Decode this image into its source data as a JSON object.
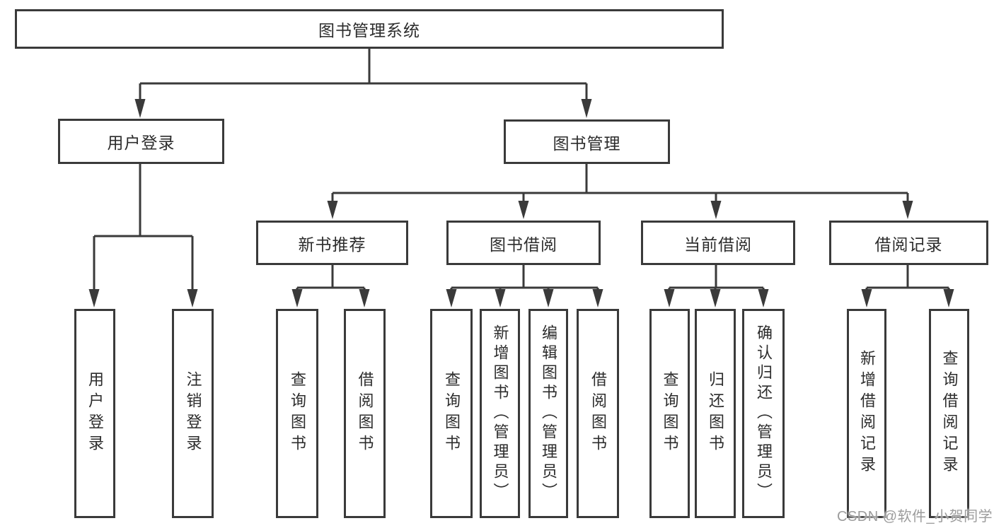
{
  "colors": {
    "line": "#3a3a3a",
    "text": "#2c2c2c",
    "background": "#ffffff",
    "watermark": "#9c9c9c"
  },
  "diagram": {
    "type": "hierarchy-tree",
    "root": {
      "label": "图书管理系统"
    },
    "level2": {
      "user_login": {
        "label": "用户登录"
      },
      "book_mgmt": {
        "label": "图书管理"
      }
    },
    "level3": {
      "new_book_rec": {
        "label": "新书推荐",
        "parent": "图书管理"
      },
      "book_borrow": {
        "label": "图书借阅",
        "parent": "图书管理"
      },
      "current_borrow": {
        "label": "当前借阅",
        "parent": "图书管理"
      },
      "borrow_record": {
        "label": "借阅记录",
        "parent": "图书管理"
      }
    },
    "level4": {
      "user_login": {
        "label": "用户登录",
        "parent": "用户登录"
      },
      "logout": {
        "label": "注销登录",
        "parent": "用户登录"
      },
      "query_books_nb": {
        "label": "查询图书",
        "parent": "新书推荐"
      },
      "borrow_books_nb": {
        "label": "借阅图书",
        "parent": "新书推荐"
      },
      "query_books_bb": {
        "label": "查询图书",
        "parent": "图书借阅"
      },
      "add_books": {
        "label": "新增图书（管理员）",
        "parent": "图书借阅"
      },
      "edit_books": {
        "label": "编辑图书（管理员）",
        "parent": "图书借阅"
      },
      "borrow_books_bb": {
        "label": "借阅图书",
        "parent": "图书借阅"
      },
      "query_books_cb": {
        "label": "查询图书",
        "parent": "当前借阅"
      },
      "return_books": {
        "label": "归还图书",
        "parent": "当前借阅"
      },
      "confirm_return": {
        "label": "确认归还（管理员）",
        "parent": "当前借阅"
      },
      "add_borrow_record": {
        "label": "新增借阅记录",
        "parent": "借阅记录"
      },
      "query_borrow_record": {
        "label": "查询借阅记录",
        "parent": "借阅记录"
      }
    }
  },
  "watermark": {
    "text": "CSDN @软件_小贺同学"
  }
}
